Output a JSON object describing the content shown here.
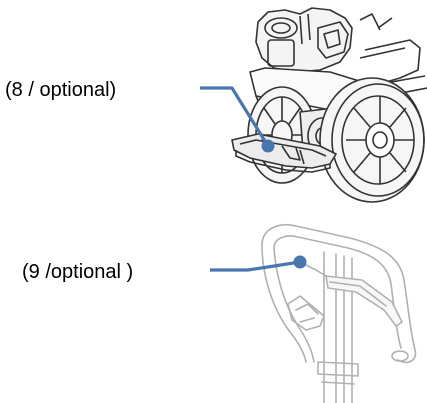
{
  "callouts": [
    {
      "id": "8",
      "label": "(8 / optional)"
    },
    {
      "id": "9",
      "label": "(9 /optional )"
    }
  ],
  "colors": {
    "leader_line": "#4a76b0",
    "dot": "#4a76b0",
    "drawing_stroke": "#333333",
    "drawing_fill": "#f2f2f2",
    "handle_stroke": "#b0b0b0"
  }
}
